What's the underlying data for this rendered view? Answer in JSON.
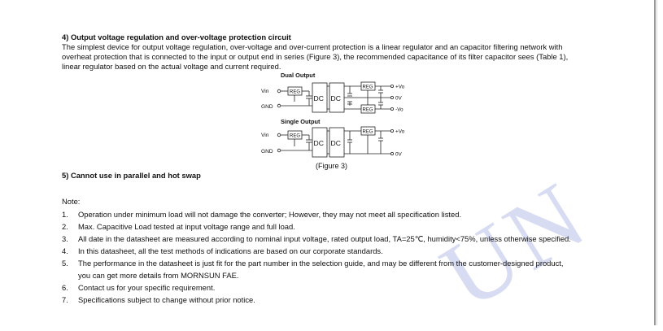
{
  "section4": {
    "heading": "4) Output voltage regulation and over-voltage protection circuit",
    "line1": "The simplest device for output voltage regulation, over-voltage and over-current protection is a linear regulator and an capacitor filtering network with",
    "line2": "overheat protection that is connected to the input or output end in series (Figure 3), the recommended capacitance of its filter capacitor sees (Table 1),",
    "line3": "linear regulator based on the actual voltage and current required."
  },
  "figure": {
    "dual_title": "Dual Output",
    "single_title": "Single Output",
    "vin": "Vin",
    "gnd": "GND",
    "reg": "REG",
    "dc": "DC",
    "plus_vo": "+Vo",
    "zero_v": "0V",
    "minus_vo": "-Vo",
    "caption": "(Figure 3)"
  },
  "section5": {
    "heading": "5) Cannot use in parallel and hot swap"
  },
  "notes": {
    "label": "Note:",
    "items": [
      {
        "num": "1.",
        "text": "Operation under minimum load will not damage the converter; However, they may not meet all specification listed."
      },
      {
        "num": "2.",
        "text": "Max. Capacitive Load tested at input voltage range and full load."
      },
      {
        "num": "3.",
        "text": "All date in the datasheet are measured according to nominal input voltage, rated output load, TA=25℃, humidity<75%, unless otherwise specified."
      },
      {
        "num": "4.",
        "text": "In this datasheet, all the test methods of indications are based on our corporate standards."
      },
      {
        "num": "5.",
        "text": "The performance in the datasheet is just fit for the part number in the selection guide, and may be different from the customer-designed product,",
        "text2": "you can get more details from MORNSUN FAE."
      },
      {
        "num": "6.",
        "text": "Contact us for your specific requirement."
      },
      {
        "num": "7.",
        "text": "Specifications subject to change without prior notice."
      }
    ]
  },
  "watermark": "UN"
}
